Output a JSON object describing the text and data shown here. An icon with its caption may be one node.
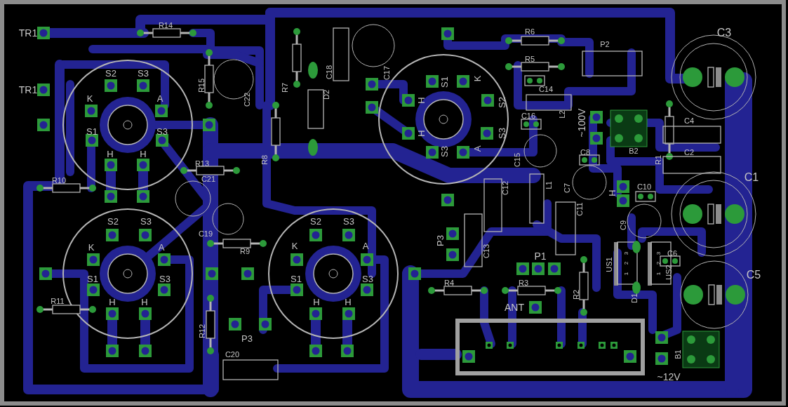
{
  "diagram": {
    "labels": [
      "TR1",
      "R14",
      "R6",
      "C3",
      "P2",
      "R5",
      "TR1",
      "S2",
      "S3",
      "C18",
      "C17",
      "S1",
      "K",
      "R7",
      "R15",
      "C14",
      "K",
      "A",
      "H",
      "S2",
      "D2",
      "C22",
      "C16",
      "L2",
      "~100V",
      "S1",
      "S3",
      "H",
      "S3",
      "C4",
      "H",
      "H",
      "B2",
      "S3",
      "A",
      "C2",
      "R8",
      "C15",
      "R1",
      "R13",
      "C8",
      "C21",
      "C12",
      "L1",
      "C7",
      "H",
      "C10",
      "C1",
      "R10",
      "C11",
      "C9",
      "S2",
      "S3",
      "S2",
      "S3",
      "C19",
      "P3",
      "C13",
      "R9",
      "K",
      "A",
      "K",
      "A",
      "P1",
      "US1",
      "3",
      "2",
      "1",
      "3",
      "2",
      "1",
      "C6",
      "US2",
      "C5",
      "S1",
      "S3",
      "S1",
      "S3",
      "R4",
      "R3",
      "R2",
      "D1",
      "R11",
      "H",
      "H",
      "H",
      "H",
      "ANT",
      "R12",
      "P3",
      "B1",
      "C20",
      "~12V"
    ]
  }
}
